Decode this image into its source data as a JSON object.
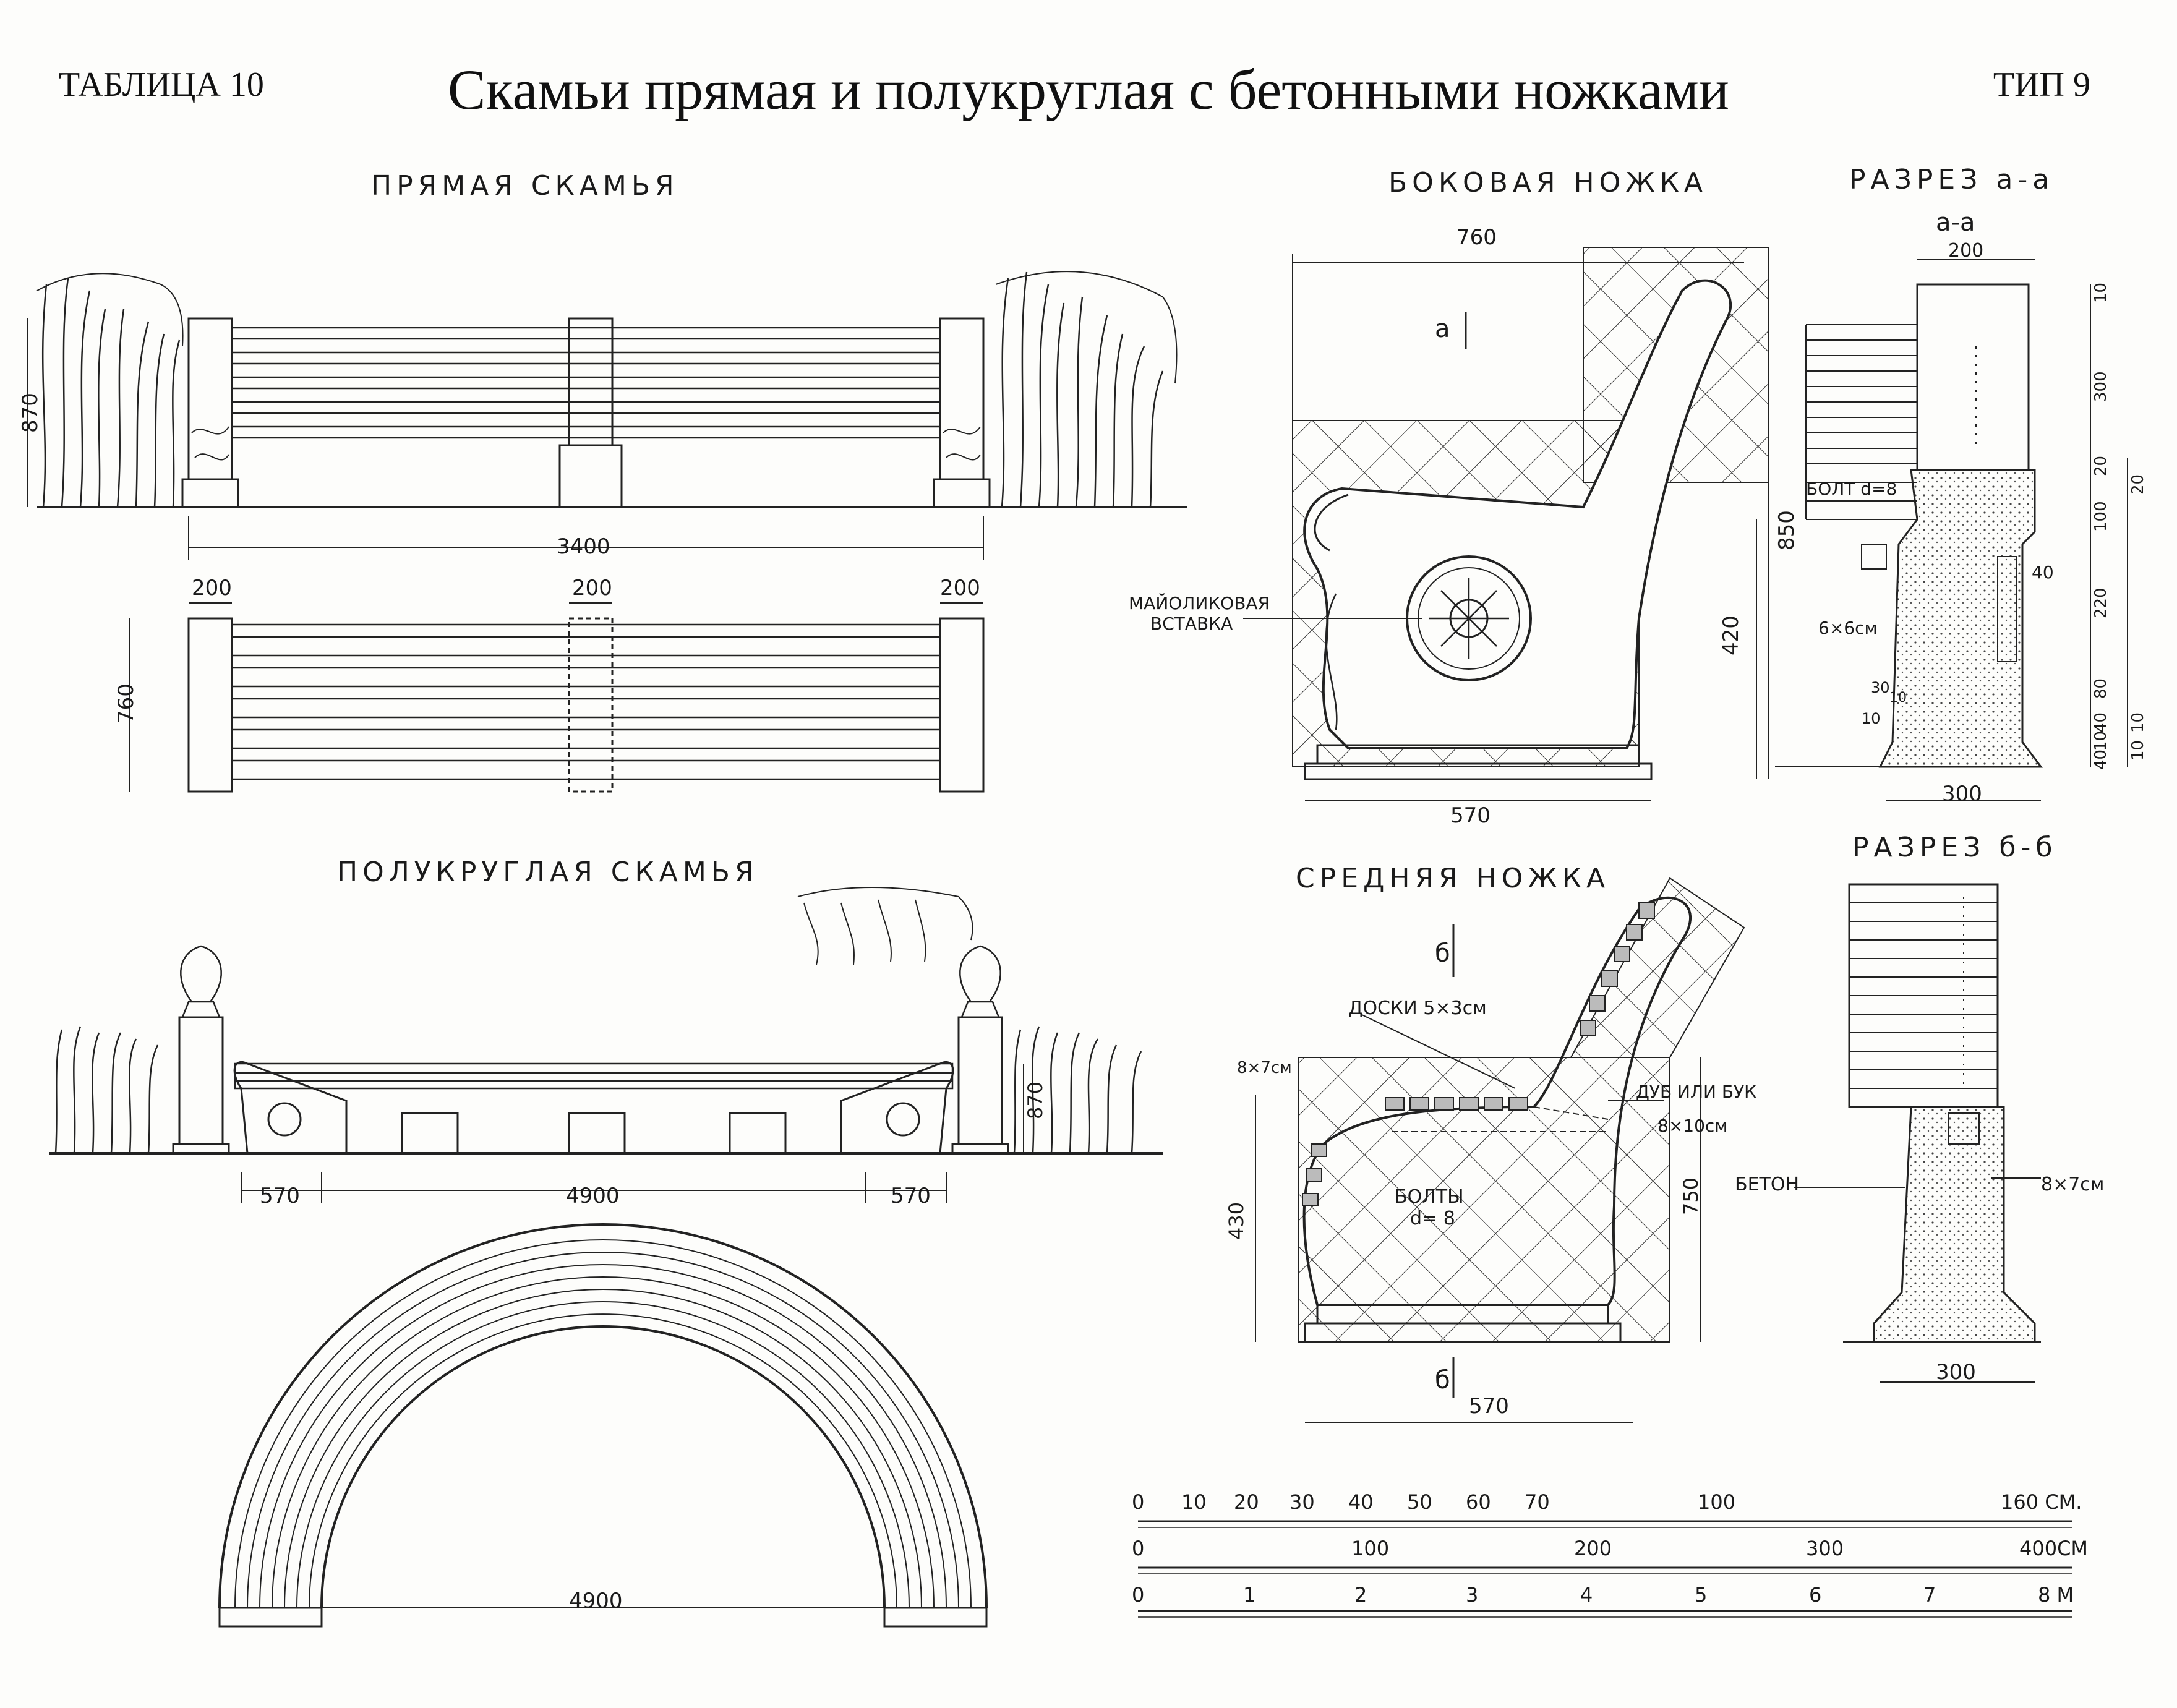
{
  "header": {
    "table_label": "ТАБЛИЦА 10",
    "title": "Скамьи прямая и полукруглая с бетонными ножками",
    "type_label": "ТИП 9"
  },
  "sections": {
    "straight_bench": "ПРЯМАЯ СКАМЬЯ",
    "side_leg": "БОКОВАЯ НОЖКА",
    "section_aa": "РАЗРЕЗ а-а",
    "semicircular_bench": "ПОЛУКРУГЛАЯ СКАМЬЯ",
    "middle_leg": "СРЕДНЯЯ НОЖКА",
    "section_bb": "РАЗРЕЗ б-б"
  },
  "straight_bench": {
    "height": "870",
    "length": "3400",
    "leg_left": "200",
    "leg_middle": "200",
    "leg_right": "200",
    "depth": "760"
  },
  "side_leg": {
    "width": "760",
    "height": "850",
    "seat_height": "420",
    "base": "570",
    "cut_mark": "а",
    "insert_label_1": "МАЙОЛИКОВАЯ",
    "insert_label_2": "ВСТАВКА"
  },
  "section_aa": {
    "cut_title": "а-а",
    "top_width": "200",
    "bolt": "БОЛТ d=8",
    "bar": "6×6см",
    "recess": "40",
    "base": "300",
    "small_30": "30",
    "small_10a": "10",
    "small_10b": "10",
    "right_dims": [
      "10",
      "300",
      "20",
      "100",
      "220",
      "80",
      "40",
      "10",
      "40"
    ],
    "right_dims_outer": [
      "20",
      "10",
      "10"
    ]
  },
  "semicircular_bench": {
    "height": "870",
    "end_left": "570",
    "span": "4900",
    "end_right": "570",
    "plan_span": "4900"
  },
  "middle_leg": {
    "cut_mark": "б",
    "boards": "ДОСКИ 5×3см",
    "corner_bar": "8×7см",
    "wood": "ДУБ ИЛИ БУК",
    "wood_bar": "8×10см",
    "bolts_1": "БОЛТЫ",
    "bolts_2": "d= 8",
    "seat_height": "430",
    "height": "750",
    "base": "570"
  },
  "section_bb": {
    "concrete": "БЕТОН",
    "bar": "8×7см",
    "base": "300"
  },
  "scales": {
    "scale_cm_160": {
      "ticks": [
        "0",
        "10",
        "20",
        "30",
        "40",
        "50",
        "60",
        "70",
        "100",
        "160 СМ."
      ]
    },
    "scale_cm_400": {
      "ticks": [
        "0",
        "100",
        "200",
        "300",
        "400СМ"
      ]
    },
    "scale_m_8": {
      "ticks": [
        "0",
        "1",
        "2",
        "3",
        "4",
        "5",
        "6",
        "7",
        "8 М"
      ]
    }
  }
}
